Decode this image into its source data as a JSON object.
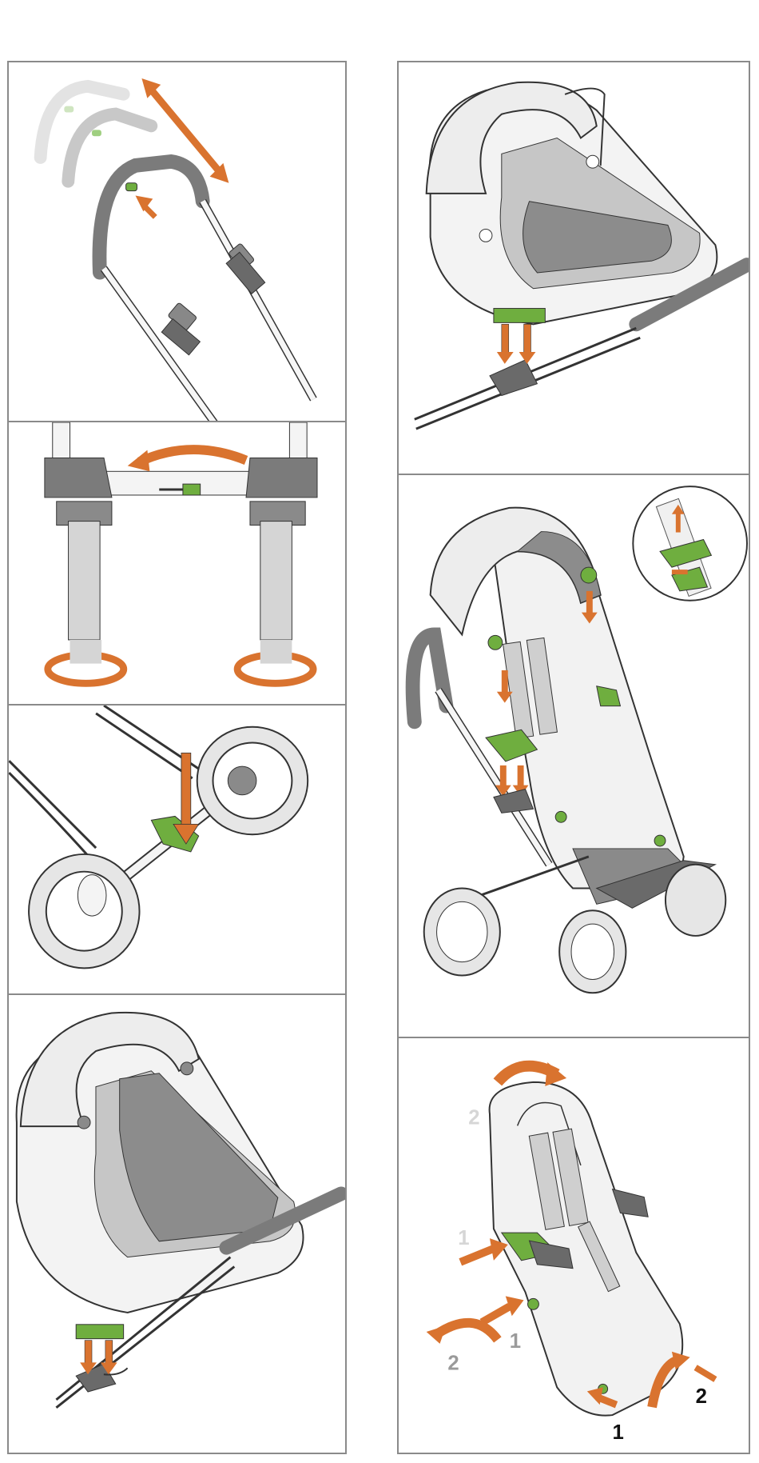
{
  "colors": {
    "arrow": "#D9732F",
    "clip_green": "#6FAE3F",
    "frame_dark": "#7B7B7B",
    "frame_light": "#CFCFCF",
    "fabric": "#EEEEEE",
    "panel_border": "#8A8A8A"
  },
  "panels": [
    {
      "id": "handle-adjust",
      "icon": "handlebar-adjust-illustration"
    },
    {
      "id": "front-wheel-swivel",
      "icon": "wheel-swivel-illustration"
    },
    {
      "id": "rear-axle-attach",
      "icon": "rear-axle-illustration"
    },
    {
      "id": "carrycot-attach-left",
      "icon": "carrycot-attach-illustration"
    },
    {
      "id": "carrycot-attach-right",
      "icon": "carrycot-attach-illustration"
    },
    {
      "id": "seat-unit-attach",
      "icon": "seat-unit-attach-illustration"
    },
    {
      "id": "seat-unit-remove",
      "icon": "seat-unit-remove-illustration"
    }
  ],
  "step_labels": {
    "gray_2_top": "2",
    "gray_1": "1",
    "gray_1_lower": "1",
    "gray_2_lower": "2",
    "black_1": "1",
    "black_2": "2"
  }
}
